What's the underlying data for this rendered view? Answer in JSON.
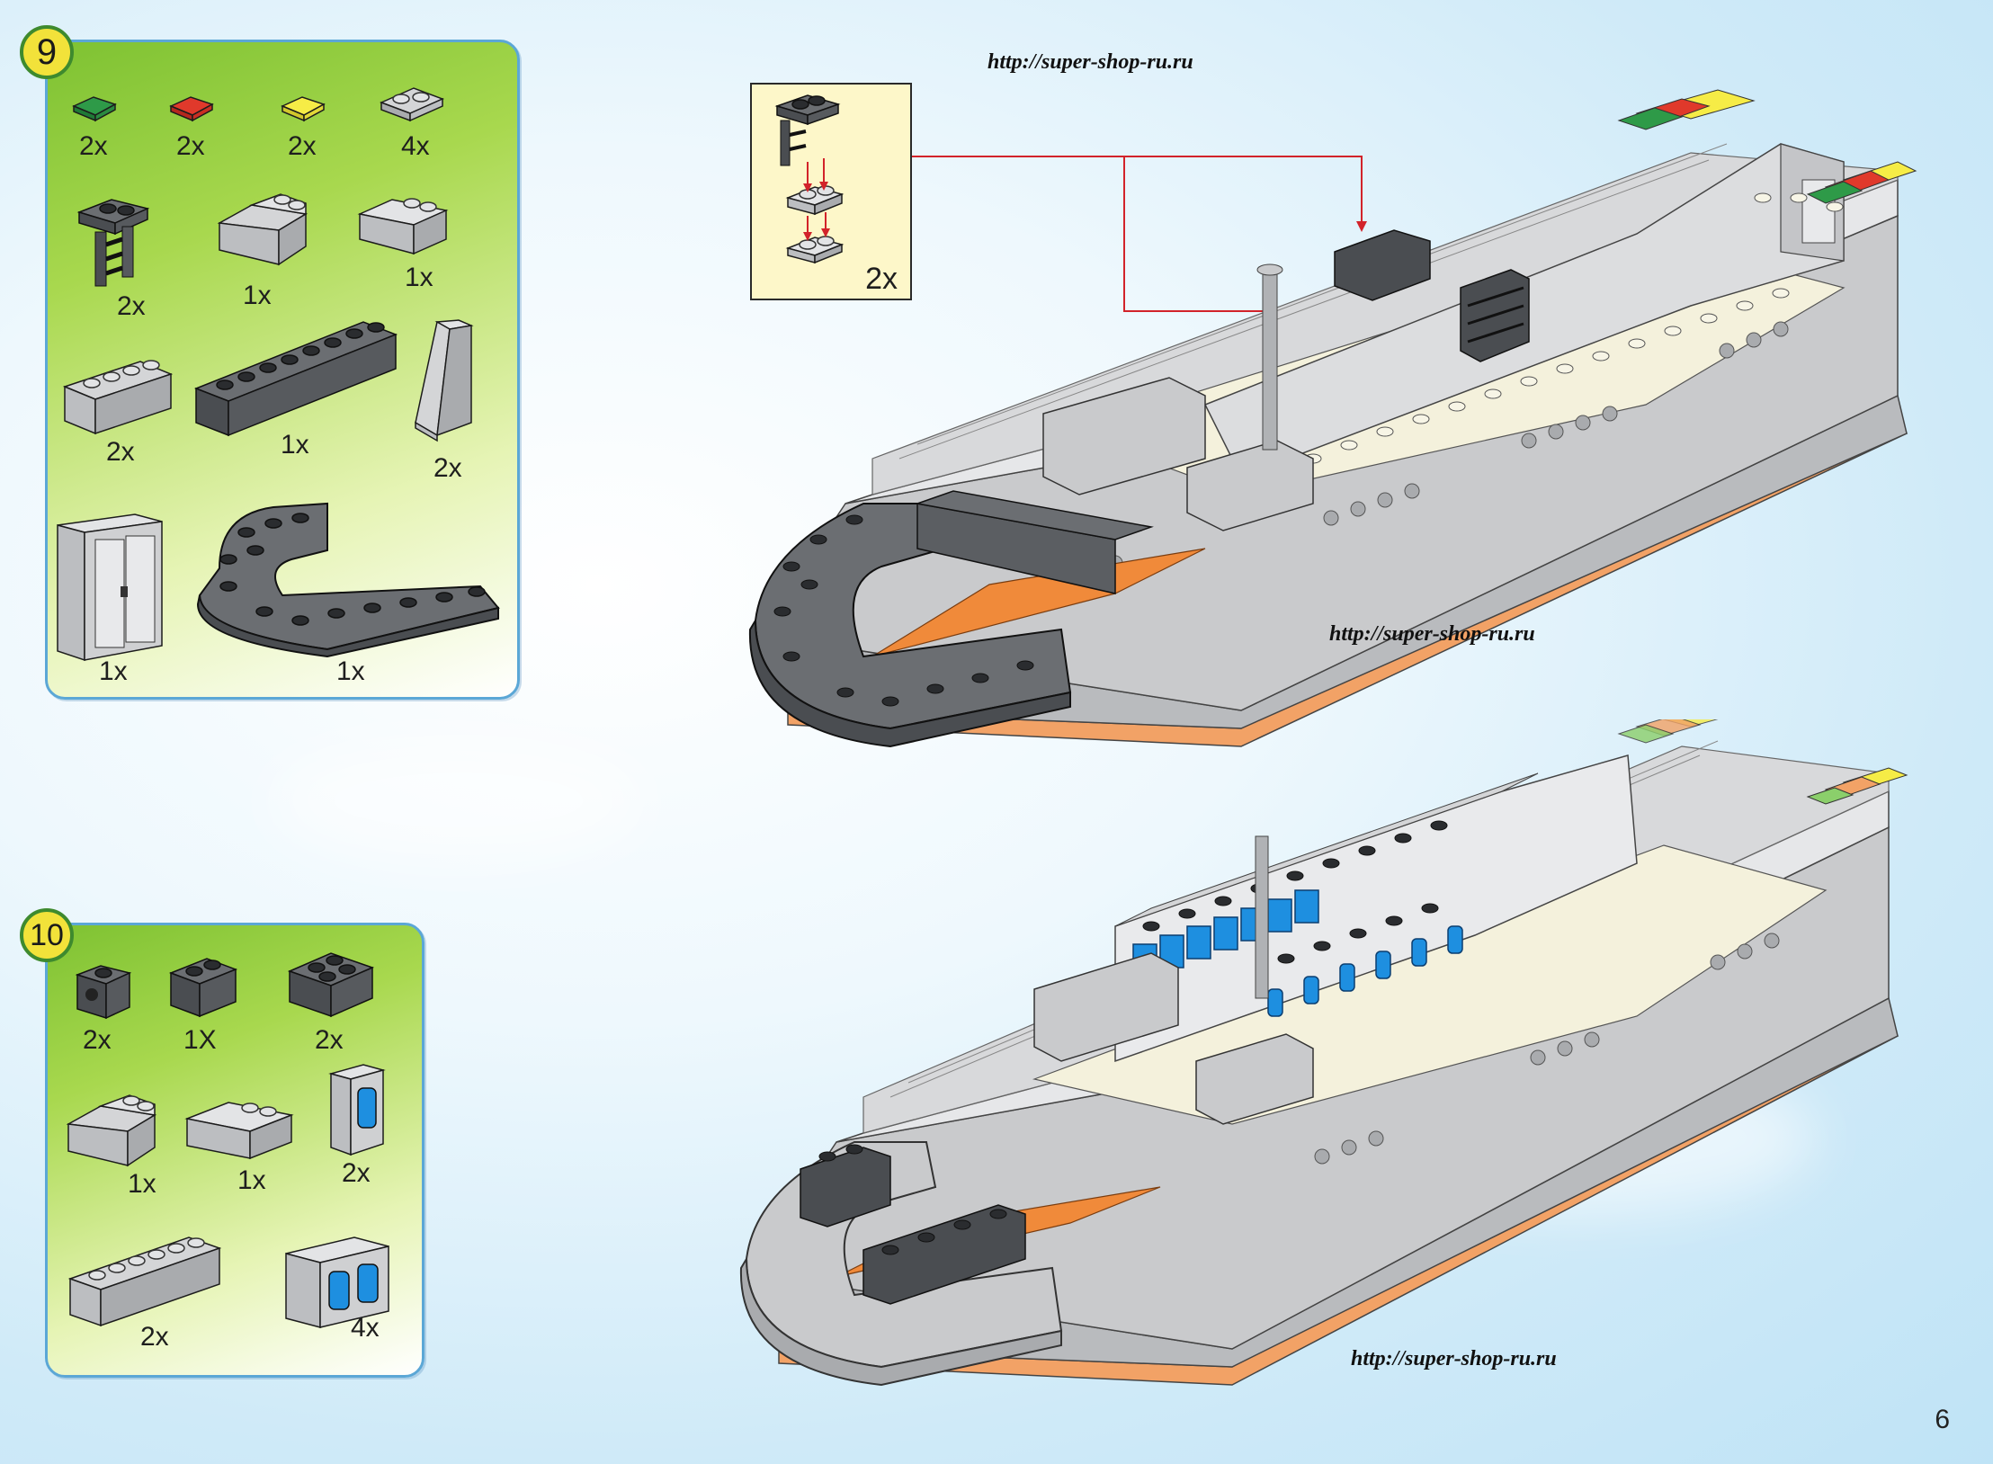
{
  "urls": {
    "top": "http://super-shop-ru.ru",
    "middle": "http://super-shop-ru.ru",
    "bottom": "http://super-shop-ru.ru"
  },
  "page_number": "6",
  "step9": {
    "number": "9",
    "parts": [
      {
        "icon": "green-tile-1x2-icon",
        "qty": "2x"
      },
      {
        "icon": "red-tile-1x2-icon",
        "qty": "2x"
      },
      {
        "icon": "yellow-tile-1x2-icon",
        "qty": "2x"
      },
      {
        "icon": "light-gray-plate-1x2-icon",
        "qty": "4x"
      },
      {
        "icon": "dark-gray-ladder-bracket-icon",
        "qty": "2x"
      },
      {
        "icon": "light-gray-slope-brick-left-icon",
        "qty": "1x"
      },
      {
        "icon": "light-gray-slope-brick-right-icon",
        "qty": "1x"
      },
      {
        "icon": "light-gray-brick-1x4-icon",
        "qty": "2x"
      },
      {
        "icon": "dark-gray-brick-1x8-icon",
        "qty": "1x"
      },
      {
        "icon": "light-gray-tall-slope-icon",
        "qty": "2x"
      },
      {
        "icon": "light-gray-door-frame-icon",
        "qty": "1x"
      },
      {
        "icon": "dark-gray-bow-piece-icon",
        "qty": "1x"
      }
    ]
  },
  "step10": {
    "number": "10",
    "parts": [
      {
        "icon": "dark-gray-technic-brick-1x1-icon",
        "qty": "2x"
      },
      {
        "icon": "dark-gray-brick-1x2-icon",
        "qty": "1X"
      },
      {
        "icon": "dark-gray-brick-2x2-icon",
        "qty": "2x"
      },
      {
        "icon": "light-gray-slope-brick-left-icon",
        "qty": "1x"
      },
      {
        "icon": "light-gray-slope-brick-right-icon",
        "qty": "1x"
      },
      {
        "icon": "light-gray-window-1x1-icon",
        "qty": "2x"
      },
      {
        "icon": "light-gray-brick-1x6-icon",
        "qty": "2x"
      },
      {
        "icon": "light-gray-window-1x2-icon",
        "qty": "4x"
      }
    ]
  },
  "callout": {
    "qty": "2x"
  },
  "colors": {
    "panel_border": "#5ba7d6",
    "panel_green": "#7ec232",
    "badge_yellow": "#f2e23a",
    "hull_orange": "#f2a266",
    "light_gray": "#c9cacc",
    "dark_gray": "#5b5e62",
    "window_blue": "#1e8fe0",
    "arrow_red": "#d2232a"
  }
}
